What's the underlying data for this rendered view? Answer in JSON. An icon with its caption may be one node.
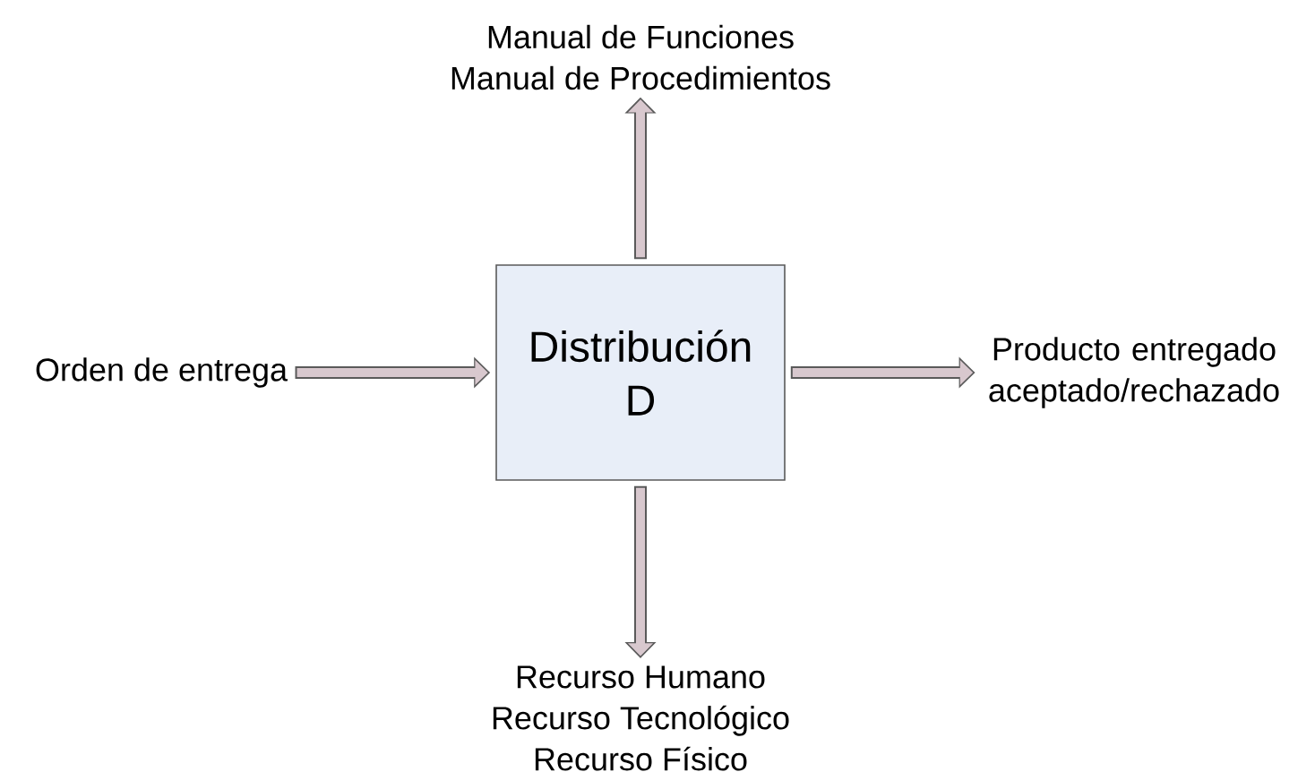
{
  "diagram": {
    "nodes": [
      {
        "text": [
          "Manual de Funciones",
          "Manual de Procedimientos"
        ]
      },
      {
        "text": [
          "Orden de entrega"
        ]
      },
      {
        "text": [
          "Distribución D"
        ]
      },
      {
        "text": [
          "Producto entregado aceptado/rechazado"
        ]
      },
      {
        "text": [
          "Recurso Humano",
          "Recurso Tecnológico",
          "Recurso Físico"
        ]
      }
    ],
    "edges": [
      {
        "from": 1,
        "to": 2,
        "arrow": "to"
      },
      {
        "from": 2,
        "to": 0,
        "arrow": "to"
      },
      {
        "from": 2,
        "to": 3,
        "arrow": "to"
      },
      {
        "from": 2,
        "to": 4,
        "arrow": "to"
      }
    ]
  }
}
